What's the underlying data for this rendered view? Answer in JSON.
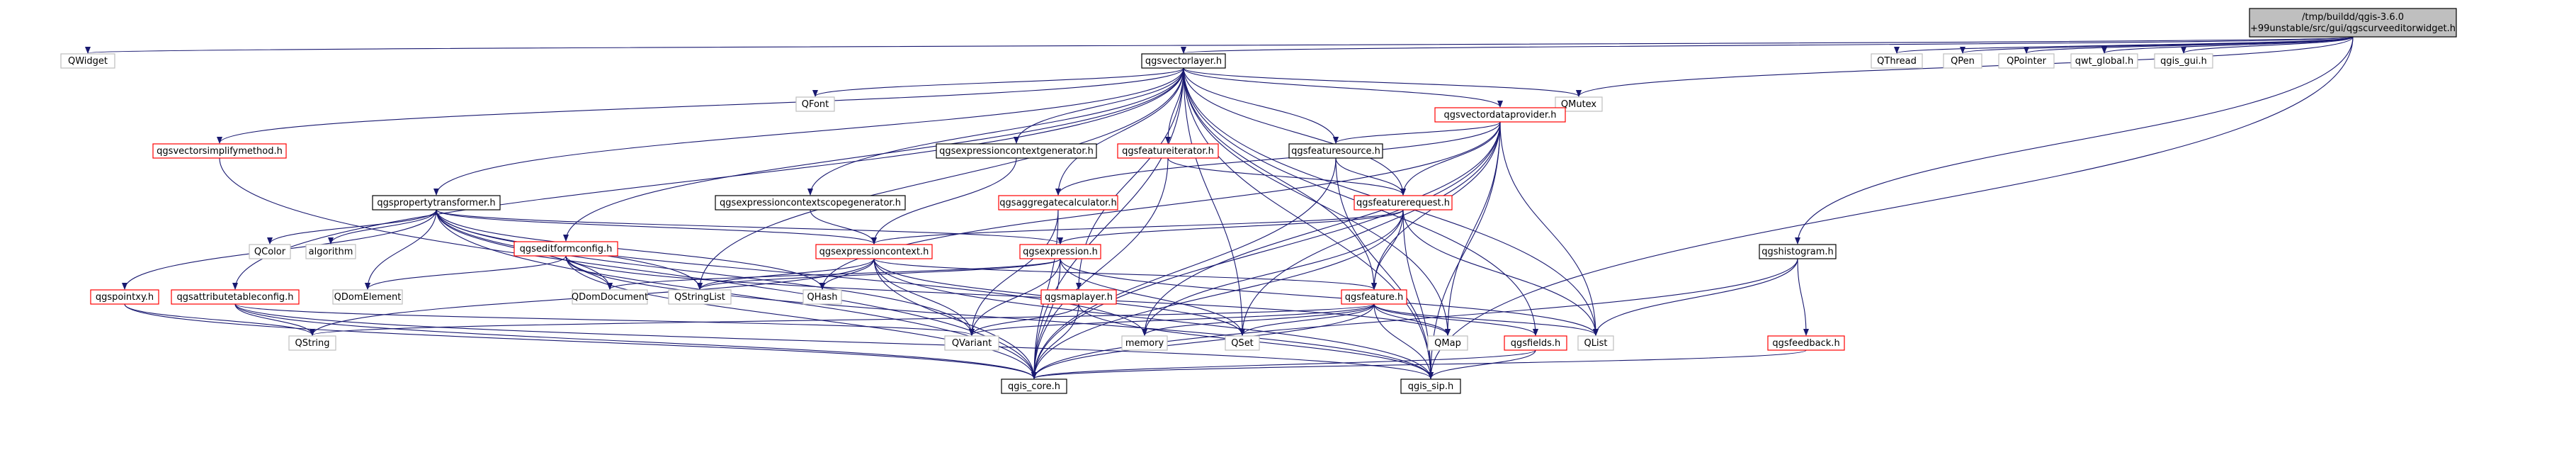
{
  "graph": {
    "colors": {
      "edge": "#191970",
      "border_black": "#000000",
      "border_gray": "#bfbfbf",
      "border_red": "#ff0000",
      "root_fill": "#bfbfbf",
      "fill": "#ffffff"
    },
    "nodes": [
      {
        "id": "root",
        "lines": [
          "/tmp/buildd/qgis-3.6.0",
          "+99unstable/src/gui/qgscurveeditorwidget.h"
        ],
        "style": "root",
        "linked": false
      },
      {
        "id": "qwidget",
        "lines": [
          "QWidget"
        ],
        "style": "gray",
        "linked": false
      },
      {
        "id": "qgsvectorlayer",
        "lines": [
          "qgsvectorlayer.h"
        ],
        "style": "black",
        "linked": true
      },
      {
        "id": "qthread",
        "lines": [
          "QThread"
        ],
        "style": "gray",
        "linked": false
      },
      {
        "id": "qpen",
        "lines": [
          "QPen"
        ],
        "style": "gray",
        "linked": false
      },
      {
        "id": "qpointer",
        "lines": [
          "QPointer"
        ],
        "style": "gray",
        "linked": false
      },
      {
        "id": "qwt_global",
        "lines": [
          "qwt_global.h"
        ],
        "style": "gray",
        "linked": false
      },
      {
        "id": "qgis_gui",
        "lines": [
          "qgis_gui.h"
        ],
        "style": "gray",
        "linked": false
      },
      {
        "id": "qfont",
        "lines": [
          "QFont"
        ],
        "style": "gray",
        "linked": false
      },
      {
        "id": "qmutex",
        "lines": [
          "QMutex"
        ],
        "style": "gray",
        "linked": false
      },
      {
        "id": "qgsvectorsimplifymethod",
        "lines": [
          "qgsvectorsimplifymethod.h"
        ],
        "style": "red",
        "linked": true
      },
      {
        "id": "qgsexpressioncontextgenerator",
        "lines": [
          "qgsexpressioncontextgenerator.h"
        ],
        "style": "black",
        "linked": true
      },
      {
        "id": "qgsfeatureiterator",
        "lines": [
          "qgsfeatureiterator.h"
        ],
        "style": "red",
        "linked": true
      },
      {
        "id": "qgsfeaturesource",
        "lines": [
          "qgsfeaturesource.h"
        ],
        "style": "black",
        "linked": true
      },
      {
        "id": "qgsvectordataprovider",
        "lines": [
          "qgsvectordataprovider.h"
        ],
        "style": "red",
        "linked": true
      },
      {
        "id": "qgspropertytransformer",
        "lines": [
          "qgspropertytransformer.h"
        ],
        "style": "black",
        "linked": true
      },
      {
        "id": "qgsexpressioncontextscopegenerator",
        "lines": [
          "qgsexpressioncontextscopegenerator.h"
        ],
        "style": "black",
        "linked": true
      },
      {
        "id": "qgsaggregatecalculator",
        "lines": [
          "qgsaggregatecalculator.h"
        ],
        "style": "red",
        "linked": true
      },
      {
        "id": "qgsfeaturerequest",
        "lines": [
          "qgsfeaturerequest.h"
        ],
        "style": "red",
        "linked": true
      },
      {
        "id": "qcolor",
        "lines": [
          "QColor"
        ],
        "style": "gray",
        "linked": false
      },
      {
        "id": "algorithm",
        "lines": [
          "algorithm"
        ],
        "style": "gray",
        "linked": false
      },
      {
        "id": "qgseditformconfig",
        "lines": [
          "qgseditformconfig.h"
        ],
        "style": "red",
        "linked": true
      },
      {
        "id": "qgsexpressioncontext",
        "lines": [
          "qgsexpressioncontext.h"
        ],
        "style": "red",
        "linked": true
      },
      {
        "id": "qgsexpression",
        "lines": [
          "qgsexpression.h"
        ],
        "style": "red",
        "linked": true
      },
      {
        "id": "qgshistogram",
        "lines": [
          "qgshistogram.h"
        ],
        "style": "black",
        "linked": true
      },
      {
        "id": "qgspointxy",
        "lines": [
          "qgspointxy.h"
        ],
        "style": "red",
        "linked": true
      },
      {
        "id": "qgsattributetableconfig",
        "lines": [
          "qgsattributetableconfig.h"
        ],
        "style": "red",
        "linked": true
      },
      {
        "id": "qdomelement",
        "lines": [
          "QDomElement"
        ],
        "style": "gray",
        "linked": false
      },
      {
        "id": "qdomdocument",
        "lines": [
          "QDomDocument"
        ],
        "style": "gray",
        "linked": false
      },
      {
        "id": "qstringlist",
        "lines": [
          "QStringList"
        ],
        "style": "gray",
        "linked": false
      },
      {
        "id": "qhash",
        "lines": [
          "QHash"
        ],
        "style": "gray",
        "linked": false
      },
      {
        "id": "qgsmaplayer",
        "lines": [
          "qgsmaplayer.h"
        ],
        "style": "red",
        "linked": true
      },
      {
        "id": "qgsfeature",
        "lines": [
          "qgsfeature.h"
        ],
        "style": "red",
        "linked": true
      },
      {
        "id": "qstring",
        "lines": [
          "QString"
        ],
        "style": "gray",
        "linked": false
      },
      {
        "id": "qvariant",
        "lines": [
          "QVariant"
        ],
        "style": "gray",
        "linked": false
      },
      {
        "id": "qset",
        "lines": [
          "QSet"
        ],
        "style": "gray",
        "linked": false
      },
      {
        "id": "memory",
        "lines": [
          "memory"
        ],
        "style": "gray",
        "linked": false
      },
      {
        "id": "qmap",
        "lines": [
          "QMap"
        ],
        "style": "gray",
        "linked": false
      },
      {
        "id": "qlist",
        "lines": [
          "QList"
        ],
        "style": "gray",
        "linked": false
      },
      {
        "id": "qgsfields",
        "lines": [
          "qgsfields.h"
        ],
        "style": "red",
        "linked": true
      },
      {
        "id": "qgsfeedback",
        "lines": [
          "qgsfeedback.h"
        ],
        "style": "red",
        "linked": true
      },
      {
        "id": "qgis_core",
        "lines": [
          "qgis_core.h"
        ],
        "style": "black",
        "linked": true
      },
      {
        "id": "qgis_sip",
        "lines": [
          "qgis_sip.h"
        ],
        "style": "black",
        "linked": true
      }
    ],
    "edges": [
      [
        "root",
        "qwidget"
      ],
      [
        "root",
        "qgsvectorlayer"
      ],
      [
        "root",
        "qthread"
      ],
      [
        "root",
        "qpen"
      ],
      [
        "root",
        "qpointer"
      ],
      [
        "root",
        "qwt_global"
      ],
      [
        "root",
        "qgis_gui"
      ],
      [
        "root",
        "qmutex"
      ],
      [
        "root",
        "qgshistogram"
      ],
      [
        "root",
        "qgis_sip"
      ],
      [
        "qgsvectorlayer",
        "qgis_core"
      ],
      [
        "qgsvectorlayer",
        "qgsvectorsimplifymethod"
      ],
      [
        "qgsvectorlayer",
        "qgspropertytransformer"
      ],
      [
        "qgsvectorlayer",
        "qfont"
      ],
      [
        "qgsvectorlayer",
        "qmutex"
      ],
      [
        "qgsvectorlayer",
        "qgsexpressioncontextgenerator"
      ],
      [
        "qgsvectorlayer",
        "qgsexpressioncontextscopegenerator"
      ],
      [
        "qgsvectorlayer",
        "qgsfeatureiterator"
      ],
      [
        "qgsvectorlayer",
        "qgsfeaturesource"
      ],
      [
        "qgsvectorlayer",
        "qgsvectordataprovider"
      ],
      [
        "qgsvectorlayer",
        "qgsaggregatecalculator"
      ],
      [
        "qgsvectorlayer",
        "qgsfeaturerequest"
      ],
      [
        "qgsvectorlayer",
        "qgseditformconfig"
      ],
      [
        "qgsvectorlayer",
        "qgsattributetableconfig"
      ],
      [
        "qgsvectorlayer",
        "qstringlist"
      ],
      [
        "qgsvectorlayer",
        "qgsmaplayer"
      ],
      [
        "qgsvectorlayer",
        "qgsfeature"
      ],
      [
        "qgsvectorlayer",
        "qset"
      ],
      [
        "qgsvectorlayer",
        "qmap"
      ],
      [
        "qgsvectorlayer",
        "qlist"
      ],
      [
        "qgsvectorlayer",
        "qgsfields"
      ],
      [
        "qgsvectorlayer",
        "qgis_sip"
      ],
      [
        "qgsvectorsimplifymethod",
        "qgis_core"
      ],
      [
        "qgspropertytransformer",
        "qcolor"
      ],
      [
        "qgspropertytransformer",
        "algorithm"
      ],
      [
        "qgspropertytransformer",
        "qdomelement"
      ],
      [
        "qgspropertytransformer",
        "qdomdocument"
      ],
      [
        "qgspropertytransformer",
        "qstringlist"
      ],
      [
        "qgspropertytransformer",
        "qhash"
      ],
      [
        "qgspropertytransformer",
        "qgsexpression"
      ],
      [
        "qgspropertytransformer",
        "qgsexpressioncontext"
      ],
      [
        "qgspropertytransformer",
        "qgspointxy"
      ],
      [
        "qgspropertytransformer",
        "qvariant"
      ],
      [
        "qgspropertytransformer",
        "qgis_core"
      ],
      [
        "qgspropertytransformer",
        "memory"
      ],
      [
        "qgsexpressioncontextgenerator",
        "qgsexpressioncontext"
      ],
      [
        "qgsexpressioncontextscopegenerator",
        "qgsexpressioncontext"
      ],
      [
        "qgsfeatureiterator",
        "qgsfeaturerequest"
      ],
      [
        "qgsfeatureiterator",
        "qgis_core"
      ],
      [
        "qgsfeaturesource",
        "qgsfeaturerequest"
      ],
      [
        "qgsfeaturesource",
        "qgis_core"
      ],
      [
        "qgsfeaturesource",
        "qgis_sip"
      ],
      [
        "qgsvectordataprovider",
        "qgsfeaturesource"
      ],
      [
        "qgsvectordataprovider",
        "qgsfeaturerequest"
      ],
      [
        "qgsvectordataprovider",
        "qgsaggregatecalculator"
      ],
      [
        "qgsvectordataprovider",
        "qgsfeature"
      ],
      [
        "qgsvectordataprovider",
        "qmap"
      ],
      [
        "qgsvectordataprovider",
        "qlist"
      ],
      [
        "qgsvectordataprovider",
        "qset"
      ],
      [
        "qgsvectordataprovider",
        "qhash"
      ],
      [
        "qgsvectordataprovider",
        "qgis_core"
      ],
      [
        "qgsvectordataprovider",
        "qgis_sip"
      ],
      [
        "qgsvectordataprovider",
        "memory"
      ],
      [
        "qgsaggregatecalculator",
        "qvariant"
      ],
      [
        "qgsaggregatecalculator",
        "qgis_core"
      ],
      [
        "qgsfeaturerequest",
        "qgsexpression"
      ],
      [
        "qgsfeaturerequest",
        "qgsexpressioncontext"
      ],
      [
        "qgsfeaturerequest",
        "qgsfeature"
      ],
      [
        "qgsfeaturerequest",
        "qlist"
      ],
      [
        "qgsfeaturerequest",
        "memory"
      ],
      [
        "qgsfeaturerequest",
        "qgis_core"
      ],
      [
        "qgsfeaturerequest",
        "qgis_sip"
      ],
      [
        "qgseditformconfig",
        "qdomelement"
      ],
      [
        "qgseditformconfig",
        "qdomdocument"
      ],
      [
        "qgseditformconfig",
        "qmap"
      ],
      [
        "qgseditformconfig",
        "qgis_core"
      ],
      [
        "qgseditformconfig",
        "qgis_sip"
      ],
      [
        "qgsexpressioncontext",
        "qstringlist"
      ],
      [
        "qgsexpressioncontext",
        "qhash"
      ],
      [
        "qgsexpressioncontext",
        "qstring"
      ],
      [
        "qgsexpressioncontext",
        "qvariant"
      ],
      [
        "qgsexpressioncontext",
        "qset"
      ],
      [
        "qgsexpressioncontext",
        "qgsfeature"
      ],
      [
        "qgsexpressioncontext",
        "qgis_core"
      ],
      [
        "qgsexpressioncontext",
        "qgis_sip"
      ],
      [
        "qgsexpression",
        "qdomdocument"
      ],
      [
        "qgsexpression",
        "qstringlist"
      ],
      [
        "qgsexpression",
        "qvariant"
      ],
      [
        "qgsexpression",
        "qset"
      ],
      [
        "qgsexpression",
        "qlist"
      ],
      [
        "qgsexpression",
        "qgis_core"
      ],
      [
        "qgshistogram",
        "qlist"
      ],
      [
        "qgshistogram",
        "qgsfeedback"
      ],
      [
        "qgshistogram",
        "qgis_core"
      ],
      [
        "qgspointxy",
        "qstring"
      ],
      [
        "qgspointxy",
        "qgis_core"
      ],
      [
        "qgsattributetableconfig",
        "qstring"
      ],
      [
        "qgsattributetableconfig",
        "qvariant"
      ],
      [
        "qgsattributetableconfig",
        "qgis_core"
      ],
      [
        "qgsattributetableconfig",
        "qgis_sip"
      ],
      [
        "qgsmaplayer",
        "qvariant"
      ],
      [
        "qgsmaplayer",
        "qgis_core"
      ],
      [
        "qgsmaplayer",
        "qgis_sip"
      ],
      [
        "qgsfeature",
        "qstring"
      ],
      [
        "qgsfeature",
        "qvariant"
      ],
      [
        "qgsfeature",
        "qset"
      ],
      [
        "qgsfeature",
        "memory"
      ],
      [
        "qgsfeature",
        "qmap"
      ],
      [
        "qgsfeature",
        "qlist"
      ],
      [
        "qgsfeature",
        "qgsfields"
      ],
      [
        "qgsfeature",
        "qgis_core"
      ],
      [
        "qgsfeature",
        "qgis_sip"
      ],
      [
        "qgsfields",
        "qgis_core"
      ],
      [
        "qgsfields",
        "qgis_sip"
      ],
      [
        "qgsfeedback",
        "qgis_core"
      ]
    ]
  }
}
